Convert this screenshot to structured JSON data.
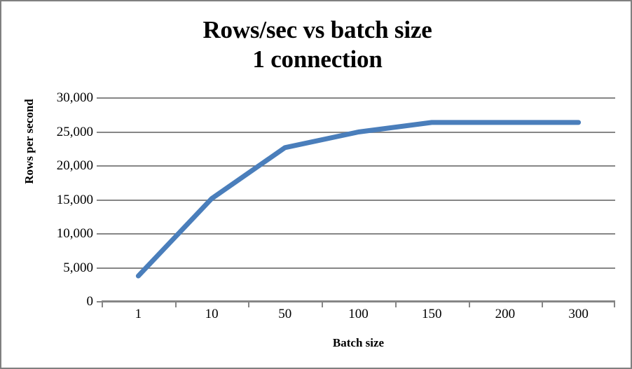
{
  "chart_data": {
    "type": "line",
    "title": "Rows/sec vs batch size\n1 connection",
    "title_lines": [
      "Rows/sec vs batch size",
      "1 connection"
    ],
    "xlabel": "Batch size",
    "ylabel": "Rows per second",
    "categories": [
      "1",
      "10",
      "50",
      "100",
      "150",
      "200",
      "300"
    ],
    "values": [
      3800,
      15200,
      22700,
      25000,
      26400,
      26400,
      26400
    ],
    "series": [
      {
        "name": "Rows per second",
        "values": [
          3800,
          15200,
          22700,
          25000,
          26400,
          26400,
          26400
        ],
        "color": "#4a7ebb"
      }
    ],
    "ylim": [
      0,
      30000
    ],
    "ytick_values": [
      0,
      5000,
      10000,
      15000,
      20000,
      25000,
      30000
    ],
    "ytick_labels": [
      "0",
      "5,000",
      "10,000",
      "15,000",
      "20,000",
      "25,000",
      "30,000"
    ],
    "grid": true,
    "grid_color": "#868686",
    "legend": false,
    "legend_position": "none",
    "plot_background": "#ffffff",
    "border_color": "#808080"
  }
}
